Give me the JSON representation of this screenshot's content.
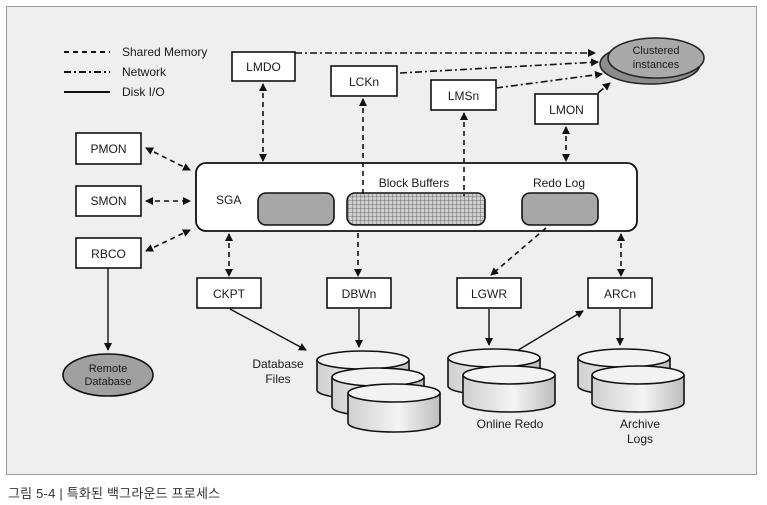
{
  "legend": {
    "shared_memory": "Shared Memory",
    "network": "Network",
    "disk_io": "Disk I/O"
  },
  "processes": {
    "lmdo": "LMDO",
    "lckn": "LCKn",
    "lmsn": "LMSn",
    "lmon": "LMON",
    "pmon": "PMON",
    "smon": "SMON",
    "rbco": "RBCO",
    "ckpt": "CKPT",
    "dbwn": "DBWn",
    "lgwr": "LGWR",
    "arcn": "ARCn"
  },
  "sga": {
    "label": "SGA",
    "block_buffers": "Block Buffers",
    "redo_log": "Redo Log"
  },
  "clustered": {
    "line1": "Clustered",
    "line2": "instances"
  },
  "remote": {
    "line1": "Remote",
    "line2": "Database"
  },
  "storage": {
    "database_files_1": "Database",
    "database_files_2": "Files",
    "online_redo": "Online Redo",
    "archive_1": "Archive",
    "archive_2": "Logs"
  },
  "caption": "그림 5-4 | 특화된 백그라운드 프로세스"
}
